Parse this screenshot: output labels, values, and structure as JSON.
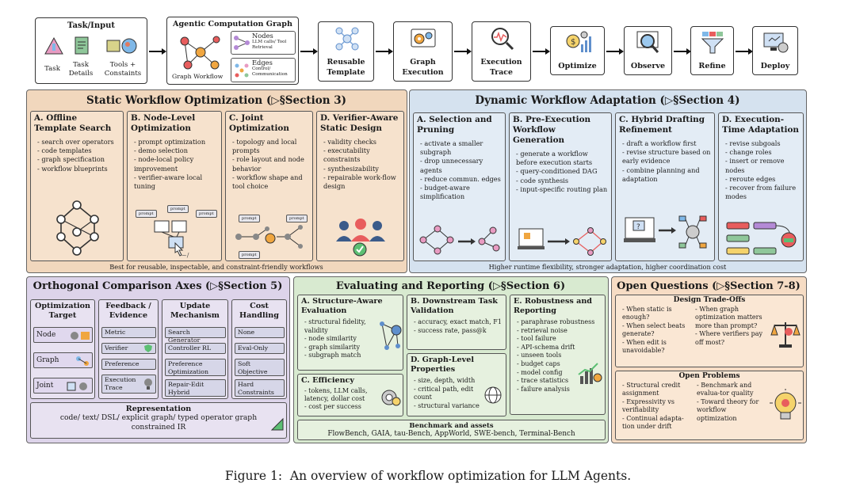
{
  "pipeline": {
    "task_input": {
      "title": "Task/Input",
      "items": [
        "Task",
        "Task Details",
        "Tools + Constaints"
      ]
    },
    "graph": {
      "title": "Agentic Computation Graph",
      "caption": "Graph Workflow",
      "nodes_label": "Nodes",
      "nodes_desc": "LLM calls/ Tool Retrieval",
      "edges_label": "Edges",
      "edges_desc": "Control/ Communication"
    },
    "steps": [
      "Reusable Template",
      "Graph Execution",
      "Execution Trace",
      "Optimize",
      "Observe",
      "Refine",
      "Deploy"
    ]
  },
  "static": {
    "title": "Static Workflow Optimization (▷§Section 3)",
    "footer": "Best for reusable, inspectable, and constraint-friendly workflows",
    "columns": [
      {
        "title": "A. Offline Template Search",
        "items": [
          "search over operators",
          "code templates",
          "graph specification",
          "workflow blueprints"
        ]
      },
      {
        "title": "B. Node-Level Optimization",
        "items": [
          "prompt optimization",
          "demo selection",
          "node-local policy improvement",
          "verifier-aware local tuning"
        ],
        "tags": [
          "prompt",
          "prompt",
          "prompt"
        ]
      },
      {
        "title": "C. Joint Optimization",
        "items": [
          "topology and local prompts",
          "role layout and node behavior",
          "workflow shape and tool choice"
        ],
        "tags": [
          "prompt",
          "prompt",
          "prompt"
        ]
      },
      {
        "title": "D. Verifier-Aware Static Design",
        "items": [
          "validity checks",
          "executability constraints",
          "synthesizability",
          "repairable work-flow design"
        ]
      }
    ]
  },
  "dynamic": {
    "title": "Dynamic Workflow Adaptation (▷§Section 4)",
    "footer": "Higher runtime flexibility, stronger adaptation, higher coordination cost",
    "columns": [
      {
        "title": "A. Selection and Pruning",
        "items": [
          "activate a smaller subgraph",
          "drop unnecessary agents",
          "reduce commun. edges",
          "budget-aware simplification"
        ]
      },
      {
        "title": "B. Pre-Execution Workflow Generation",
        "items": [
          "generate a workflow before execution starts",
          "query-conditioned DAG",
          "code synthesis",
          "input-specific routing plan"
        ]
      },
      {
        "title": "C. Hybrid Drafting Refinement",
        "items": [
          "draft a workflow first",
          "revise structure based on early evidence",
          "combine planning and adaptation"
        ]
      },
      {
        "title": "D. Execution-Time Adaptation",
        "items": [
          "revise subgoals",
          "change roles",
          "insert or remove nodes",
          "reroute edges",
          "recover from failure modes"
        ]
      }
    ]
  },
  "orthogonal": {
    "title": "Orthogonal Comparison Axes (▷§Section 5)",
    "columns": [
      {
        "title": "Optimization Target",
        "items": [
          "Node",
          "Graph",
          "Joint"
        ]
      },
      {
        "title": "Feedback / Evidence",
        "items": [
          "Metric",
          "Verifier",
          "Preference",
          "Execution Trace"
        ]
      },
      {
        "title": "Update Mechanism",
        "items": [
          "Search Generator",
          "Controller RL",
          "Preference Optimization",
          "Repair-Edit Hybrid"
        ]
      },
      {
        "title": "Cost Handling",
        "items": [
          "None",
          "Eval-Only",
          "Soft Objective",
          "Hard Constraints"
        ]
      }
    ],
    "representation_title": "Representation",
    "representation_text": "code/ text/ DSL/ explicit graph/ typed operator graph constrained IR"
  },
  "evaluating": {
    "title": "Evaluating and Reporting (▷§Section 6)",
    "structure": {
      "title": "A. Structure-Aware Evaluation",
      "items": [
        "structural fidelity, validity",
        "node similarity",
        "graph similarity",
        "subgraph match"
      ]
    },
    "downstream": {
      "title": "B. Downstream Task Validation",
      "items": [
        "accuracy, exact match, F1",
        "success rate, pass@k"
      ]
    },
    "robustness": {
      "title": "E. Robustness and Reporting",
      "items": [
        "paraphrase robustness",
        "retrieval noise",
        "tool failure",
        "API-schema drift",
        "unseen tools",
        "budget caps",
        "model config",
        "trace statistics",
        "failure analysis"
      ]
    },
    "efficiency": {
      "title": "C. Efficiency",
      "items": [
        "tokens, LLM calls, latency, dollar cost",
        "cost per success"
      ]
    },
    "graphlevel": {
      "title": "D. Graph-Level Properties",
      "items": [
        "size, depth, width",
        "critical path, edit count",
        "structural variance"
      ]
    },
    "benchmark_title": "Benchmark and assets",
    "benchmark_list": "FlowBench, GAIA, tau-Bench, AppWorld, SWE-bench, Terminal-Bench"
  },
  "open": {
    "title": "Open Questions (▷§Section 7-8)",
    "tradeoffs_title": "Design Trade-Offs",
    "tradeoffs_left": [
      "When static is enough?",
      "When select beats generate?",
      "When edit is unavoidable?"
    ],
    "tradeoffs_right": [
      "When graph optimization matters more than prompt?",
      "Where verifiers pay off most?"
    ],
    "problems_title": "Open Problems",
    "problems_left": [
      "Structural credit assignment",
      "Expressivity vs verifiability",
      "Continual adapta-tion under drift"
    ],
    "problems_right": [
      "Benchmark and evalua-tor quality",
      "Toward theory for workflow optimization"
    ]
  },
  "caption": "Figure 1:  An overview of workflow optimization for LLM Agents.",
  "colors": {
    "static_bg": "#f1d7bd",
    "dynamic_bg": "#d5e2ef",
    "ortho_bg": "#ddd4ea",
    "eval_bg": "#d8ead0",
    "open_bg": "#f6dcc4"
  }
}
